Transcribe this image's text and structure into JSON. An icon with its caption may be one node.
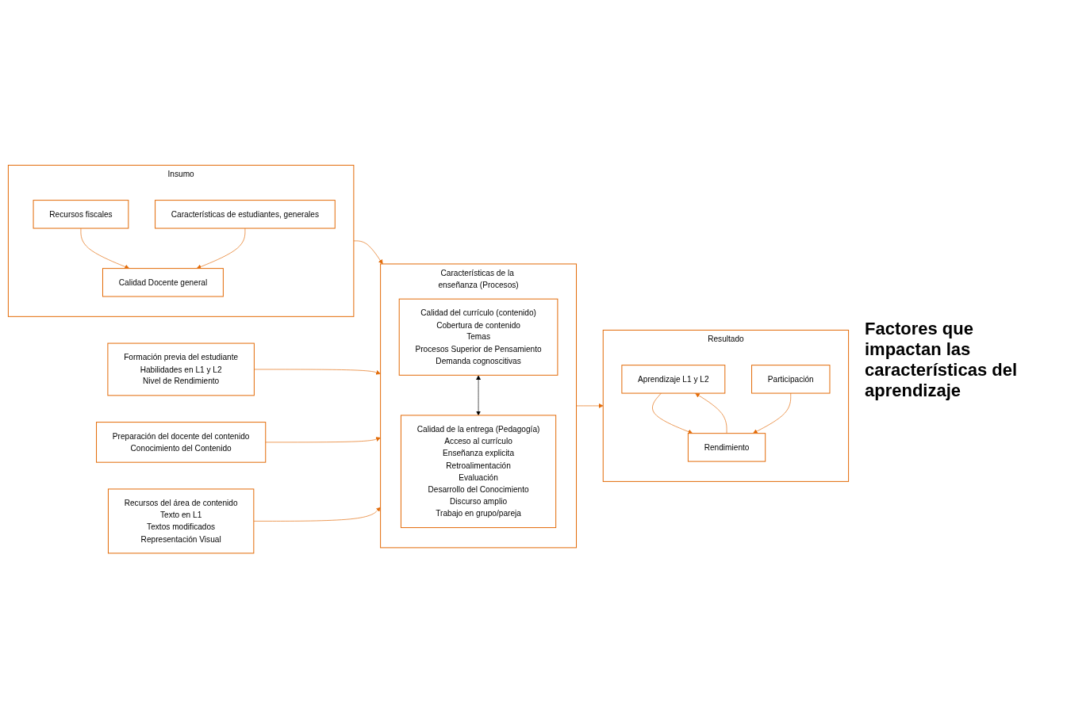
{
  "diagram": {
    "nodes": [
      {
        "text": [
          "Insumo"
        ]
      },
      {
        "text": [
          "Recursos fiscales"
        ],
        "in": 0
      },
      {
        "text": [
          "Calidad Docente general"
        ],
        "in": 0
      },
      {
        "text": [
          "Características de estudiantes, generales"
        ],
        "in": 0
      },
      {
        "text": [
          "Características de la enseñanza (Procesos)"
        ]
      },
      {
        "text": [
          "Calidad del currículo (contenido)",
          "Cobertura de contenido",
          "Temas",
          "Procesos Superior de Pensamiento",
          "Demanda cognoscitivas"
        ],
        "in": 4
      },
      {
        "text": [
          "Calidad de la entrega (Pedagogía)",
          "Acceso al currículo",
          "Enseñanza explicita",
          "Retroalimentación",
          "Evaluación",
          "Desarrollo del Conocimiento",
          "Discurso amplio",
          "Trabajo en grupo/pareja"
        ],
        "in": 4
      },
      {
        "text": [
          "Resultado"
        ]
      },
      {
        "text": [
          "Aprendizaje L1 y L2"
        ],
        "in": 7
      },
      {
        "text": [
          "Rendimiento"
        ],
        "in": 7
      },
      {
        "text": [
          "Participación"
        ],
        "in": 7
      },
      {
        "text": [
          "Formación previa del estudiante",
          "Habilidades en L1 y L2",
          "Nivel de Rendimiento"
        ]
      },
      {
        "text": [
          "Preparación del docente del contenido",
          "Conocimiento del Contenido"
        ]
      },
      {
        "text": [
          "Recursos del área de contenido",
          "Texto en L1",
          "Textos modificados",
          "Representación Visual"
        ]
      }
    ],
    "edges": [
      {
        "from": 1,
        "to": 2,
        "arrow": "to"
      },
      {
        "from": 3,
        "to": 2,
        "arrow": "to"
      },
      {
        "from": 0,
        "to": 4,
        "arrow": "to"
      },
      {
        "from": 5,
        "to": 6,
        "arrow": "both",
        "color": "#000000"
      },
      {
        "from": 4,
        "to": 7,
        "arrow": "to"
      },
      {
        "from": 8,
        "to": 9,
        "arrow": "to"
      },
      {
        "from": 9,
        "to": 8,
        "arrow": "to"
      },
      {
        "from": 10,
        "to": 9,
        "arrow": "to"
      },
      {
        "from": 11,
        "to": 4,
        "arrow": "to"
      },
      {
        "from": 12,
        "to": 4,
        "arrow": "to"
      },
      {
        "from": 13,
        "to": 4,
        "arrow": "to"
      }
    ],
    "labels": [
      "Factores que impactan las características del aprendizaje"
    ]
  }
}
